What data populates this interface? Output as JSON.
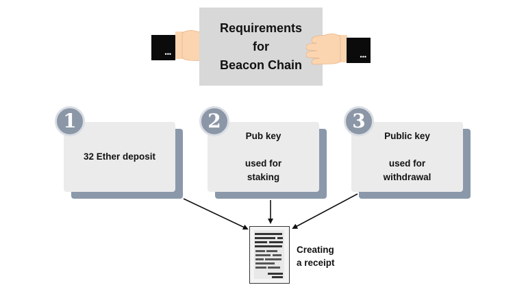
{
  "header": {
    "title_lines": [
      "Requirements",
      "for",
      "Beacon Chain"
    ],
    "block_dots": "•••"
  },
  "cards": [
    {
      "number": "1",
      "lines": [
        "32 Ether deposit"
      ]
    },
    {
      "number": "2",
      "lines": [
        "Pub key",
        "",
        "used for",
        "staking"
      ]
    },
    {
      "number": "3",
      "lines": [
        "Public key",
        "",
        "used for",
        "withdrawal"
      ]
    }
  ],
  "result": {
    "label_lines": [
      "Creating",
      "a receipt"
    ]
  },
  "colors": {
    "card_bg": "#ebebec",
    "card_shadow": "#8a98aa",
    "badge": "#8b97a7",
    "sign_bg": "#d8d8d8",
    "hand": "#fbd5b0"
  }
}
